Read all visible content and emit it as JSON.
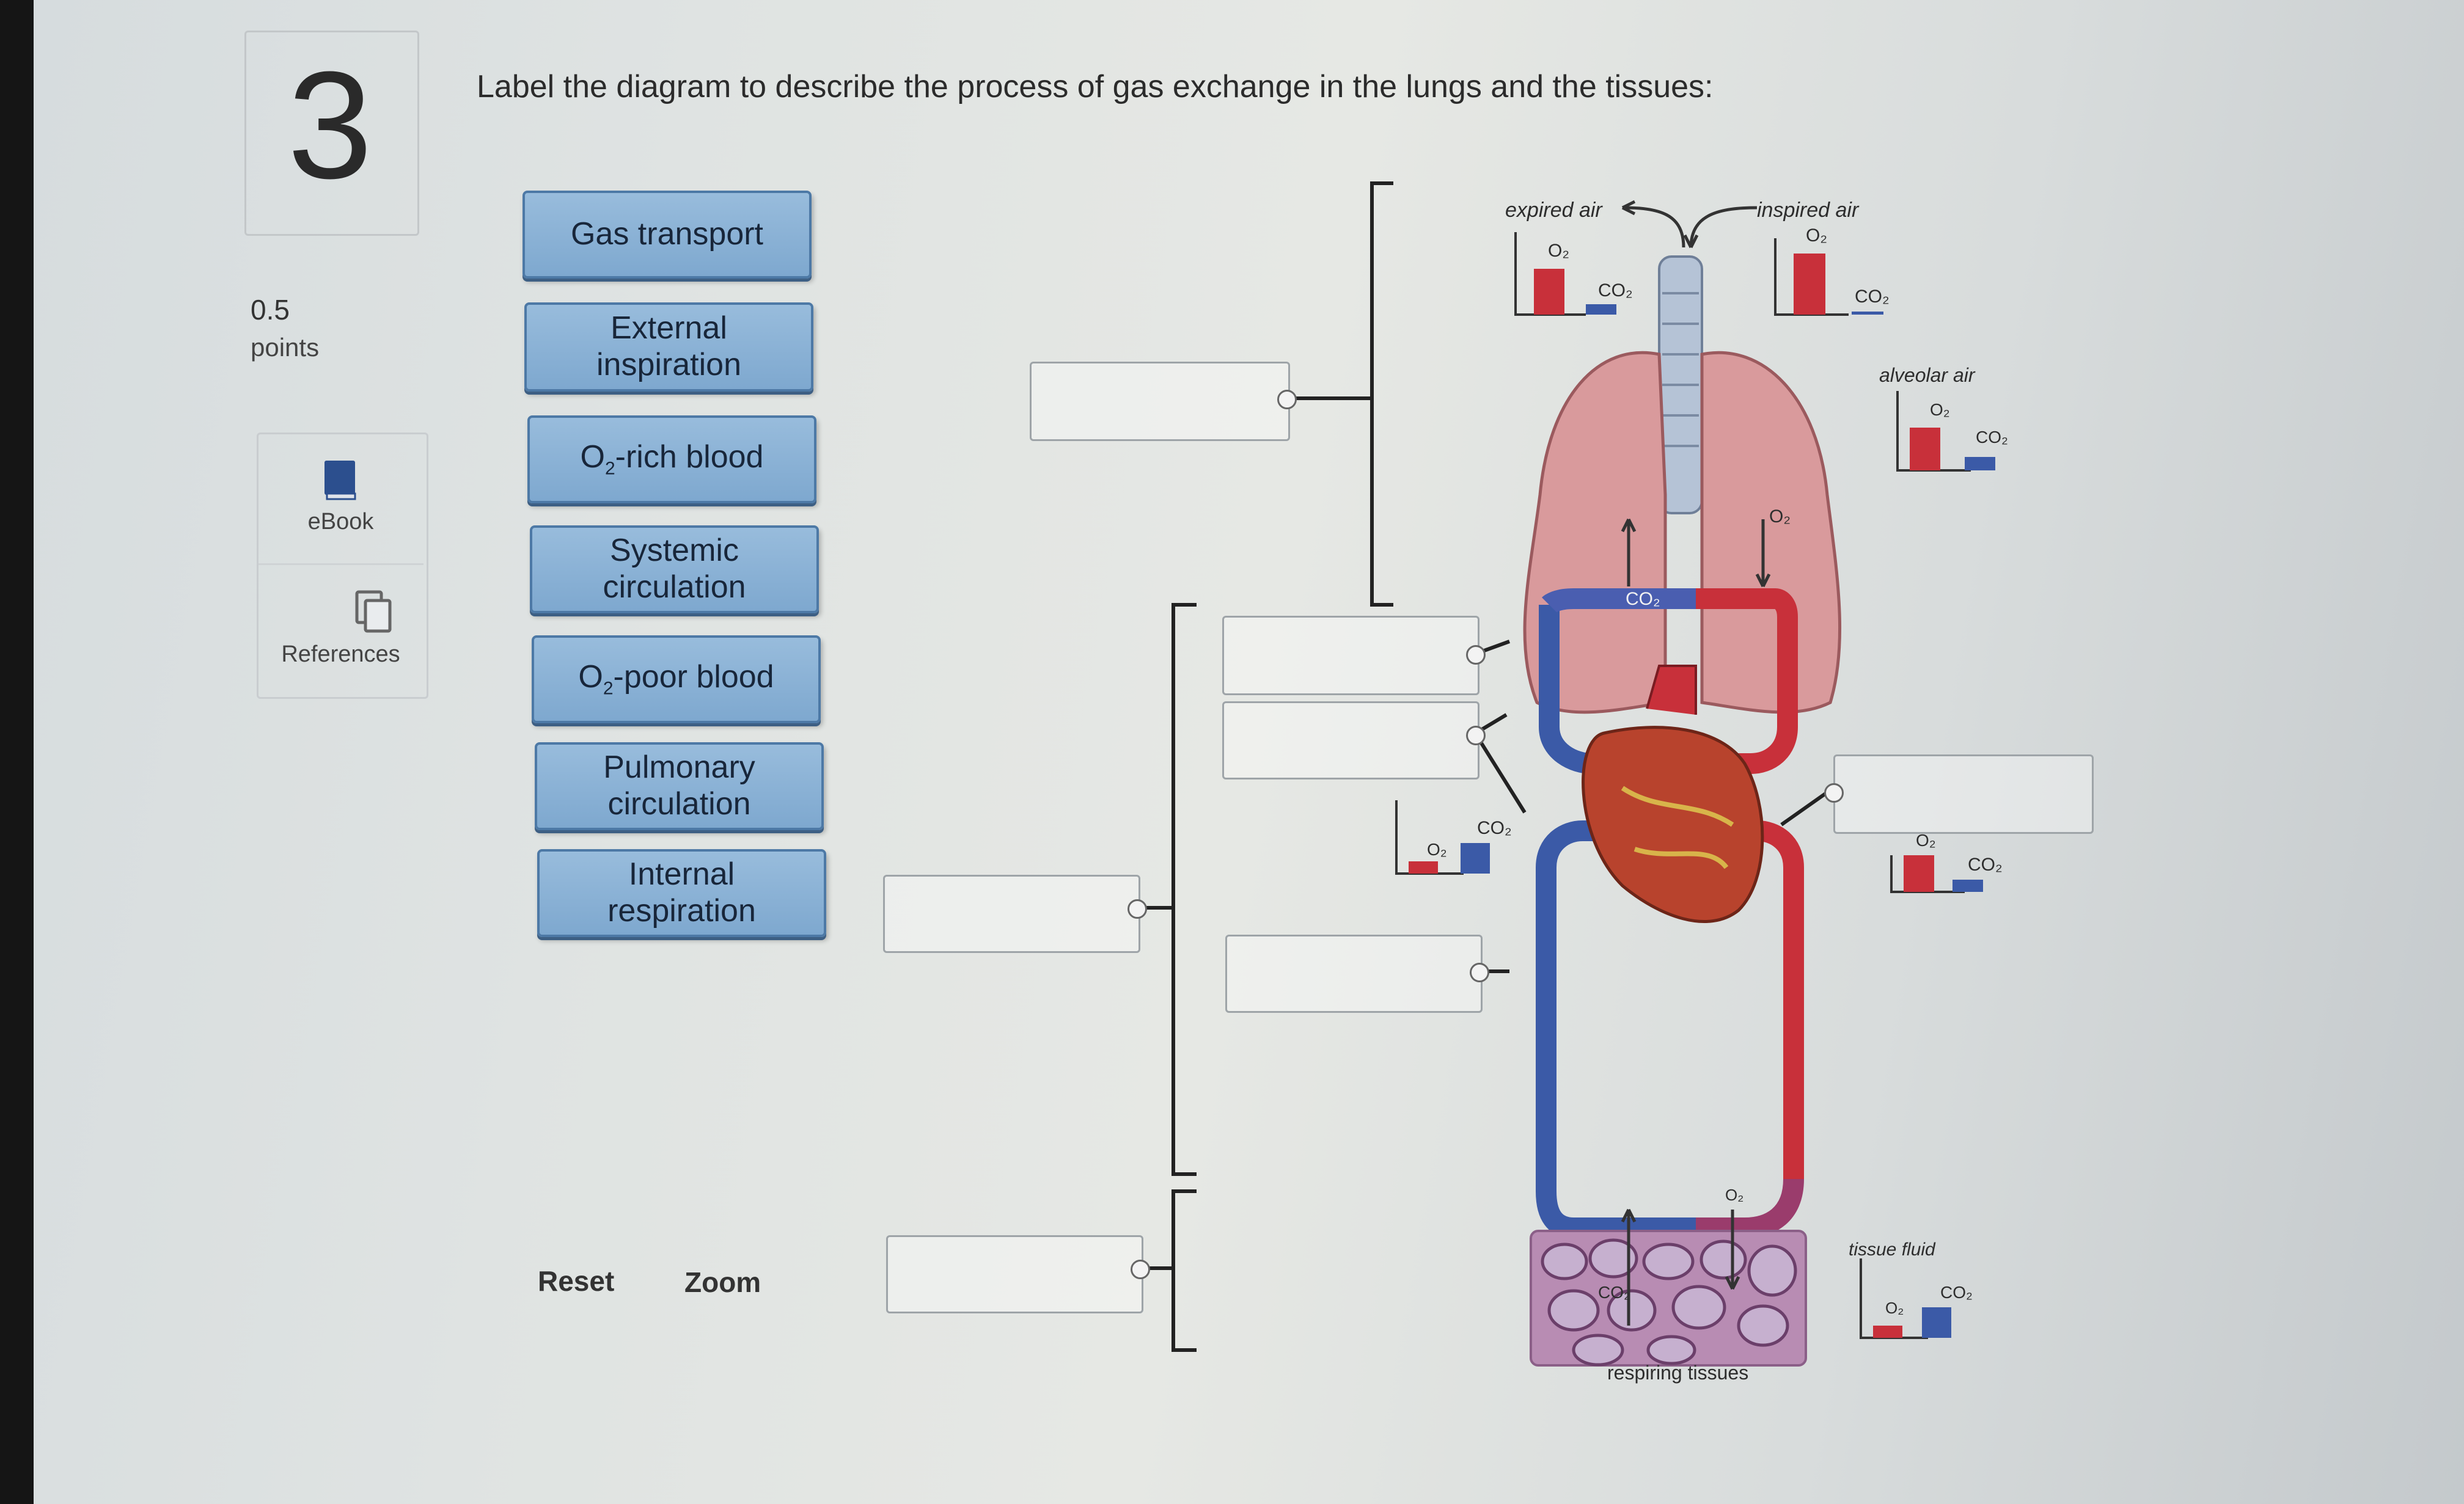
{
  "question": {
    "number": "3",
    "points_value": "0.5",
    "points_label": "points",
    "prompt": "Label the diagram to describe the process of gas exchange in the lungs and the tissues:"
  },
  "sidebar": {
    "ebook_label": "eBook",
    "references_label": "References"
  },
  "labels": [
    {
      "line1": "Gas transport",
      "line2": ""
    },
    {
      "line1": "External",
      "line2": "inspiration"
    },
    {
      "pre": "O",
      "subscript": "2",
      "post": "-rich blood"
    },
    {
      "line1": "Systemic",
      "line2": "circulation"
    },
    {
      "pre": "O",
      "subscript": "2",
      "post": "-poor blood"
    },
    {
      "line1": "Pulmonary",
      "line2": "circulation"
    },
    {
      "line1": "Internal",
      "line2": "respiration"
    }
  ],
  "actions": {
    "reset": "Reset",
    "zoom": "Zoom"
  },
  "diagram": {
    "expired_air": "expired air",
    "inspired_air": "inspired air",
    "alveolar_air": "alveolar air",
    "tissue_fluid": "tissue fluid",
    "respiring_tissues": "respiring tissues",
    "o2": "O₂",
    "co2": "CO₂"
  },
  "colors": {
    "button_fill": "#86add3",
    "button_border": "#4d79a6",
    "artery_red": "#c8303a",
    "vein_blue": "#2f4d9c"
  }
}
